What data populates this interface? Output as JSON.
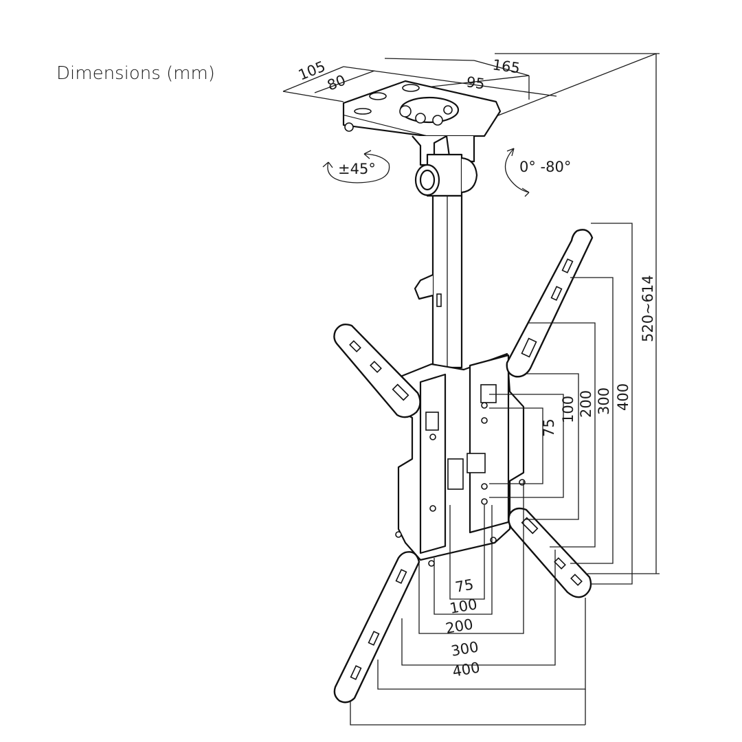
{
  "title": "Dimensions (mm)",
  "labels": {
    "top_105": "105",
    "top_80": "80",
    "top_165": "165",
    "top_95": "95",
    "swivel": "±45°",
    "tilt": "0° -80°",
    "height": "520~614",
    "v_75": "75",
    "v_100": "100",
    "v_200": "200",
    "v_300": "300",
    "v_400": "400",
    "h_75": "75",
    "h_100": "100",
    "h_200": "200",
    "h_300": "300",
    "h_400": "400"
  }
}
